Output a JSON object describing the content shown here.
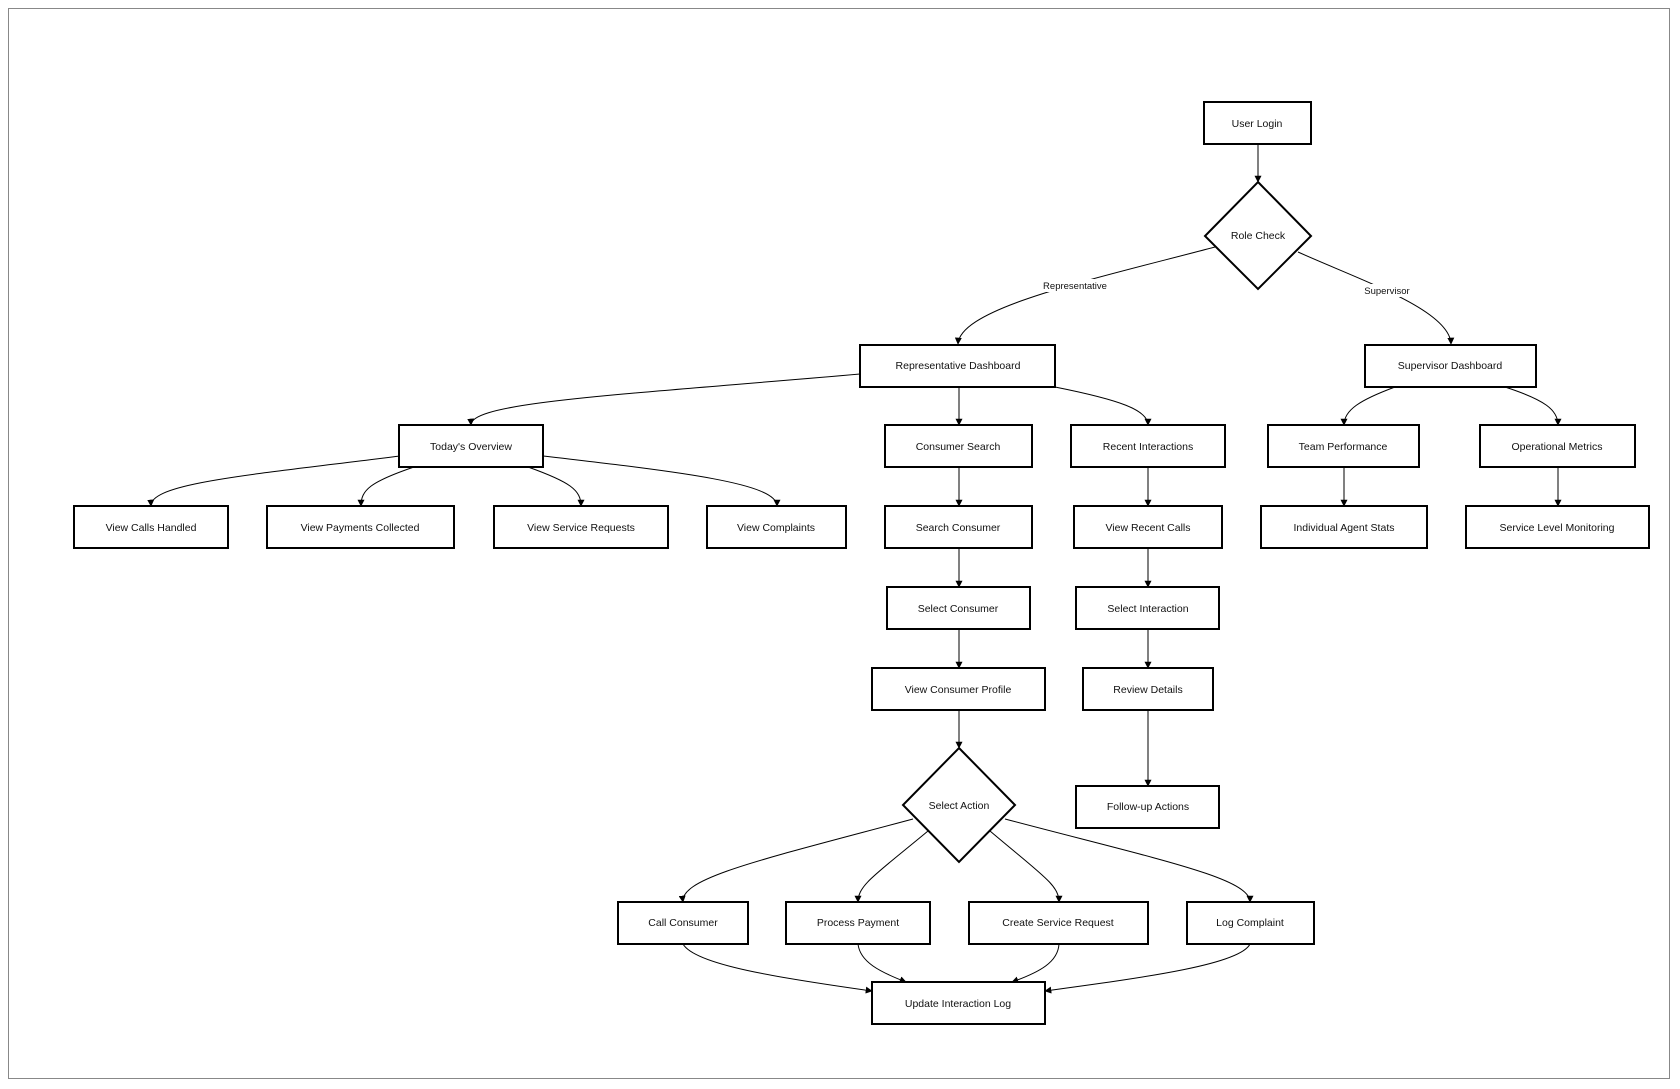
{
  "diagram": {
    "nodes": {
      "login": "User Login",
      "role": "Role Check",
      "rep_dash": "Representative Dashboard",
      "sup_dash": "Supervisor Dashboard",
      "overview": "Today's Overview",
      "consumer_search": "Consumer Search",
      "recent_interactions": "Recent Interactions",
      "team_perf": "Team Performance",
      "op_metrics": "Operational Metrics",
      "calls_handled": "View Calls Handled",
      "payments": "View Payments Collected",
      "service_requests": "View Service Requests",
      "complaints": "View Complaints",
      "search_consumer": "Search Consumer",
      "recent_calls": "View Recent Calls",
      "agent_stats": "Individual Agent Stats",
      "slm": "Service Level Monitoring",
      "select_consumer": "Select Consumer",
      "select_interaction": "Select Interaction",
      "consumer_profile": "View Consumer Profile",
      "review_details": "Review Details",
      "select_action": "Select Action",
      "followup": "Follow-up Actions",
      "call_consumer": "Call Consumer",
      "process_payment": "Process Payment",
      "create_sr": "Create Service Request",
      "log_complaint": "Log Complaint",
      "update_log": "Update Interaction Log"
    },
    "edge_labels": {
      "representative": "Representative",
      "supervisor": "Supervisor"
    }
  }
}
